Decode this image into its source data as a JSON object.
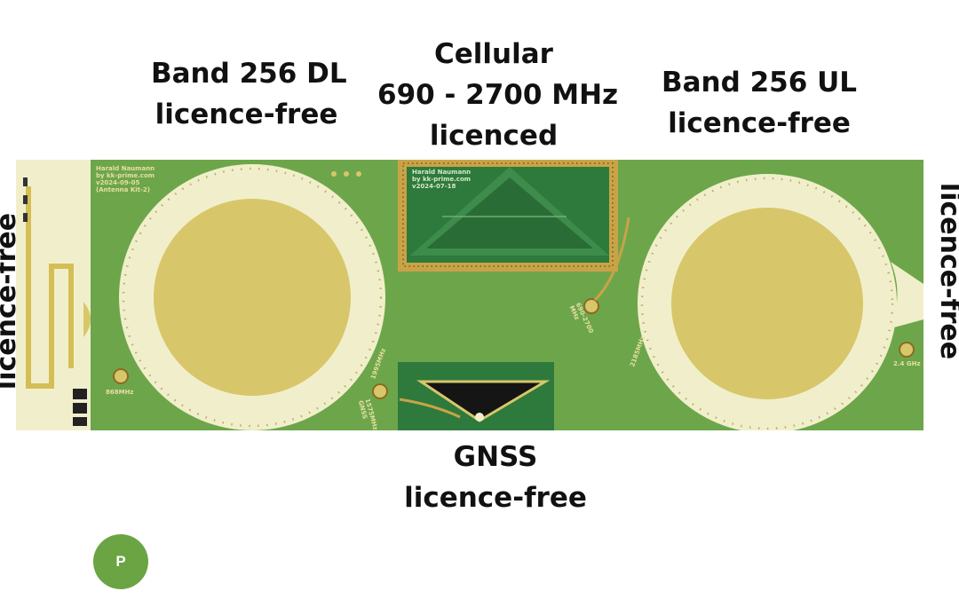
{
  "labels": {
    "band256_dl": [
      "Band 256  DL",
      "licence-free"
    ],
    "cellular": [
      "Cellular",
      "690 - 2700 MHz",
      "licenced"
    ],
    "band256_ul": [
      "Band 256  UL",
      "licence-free"
    ],
    "gnss": [
      "GNSS",
      "licence-free"
    ],
    "left_side": "licence-free",
    "right_side": "licence-free"
  },
  "board": {
    "header_left": [
      "Harald Naumann",
      "by kk-prime.com",
      "v2024-09-05",
      "(Antenna Kit-2)"
    ],
    "header_center": [
      "Harald Naumann",
      "by kk-prime.com",
      "v2024-07-18"
    ],
    "freq_868": "868MHz",
    "freq_24": "2.4 GHz",
    "freq_1995": "1995MHz",
    "freq_2185": "2185MHz",
    "freq_690": [
      "690-2700",
      "MHz"
    ],
    "gnss_small": [
      "1575MHz",
      "GNSS"
    ]
  },
  "badge": "P",
  "colors": {
    "pcb_green": "#6da64a",
    "pcb_dark_green": "#2e7a3c",
    "copper_gold": "#d8c66a",
    "ring_cream": "#f1efcb",
    "badge_green": "#6aa443"
  }
}
